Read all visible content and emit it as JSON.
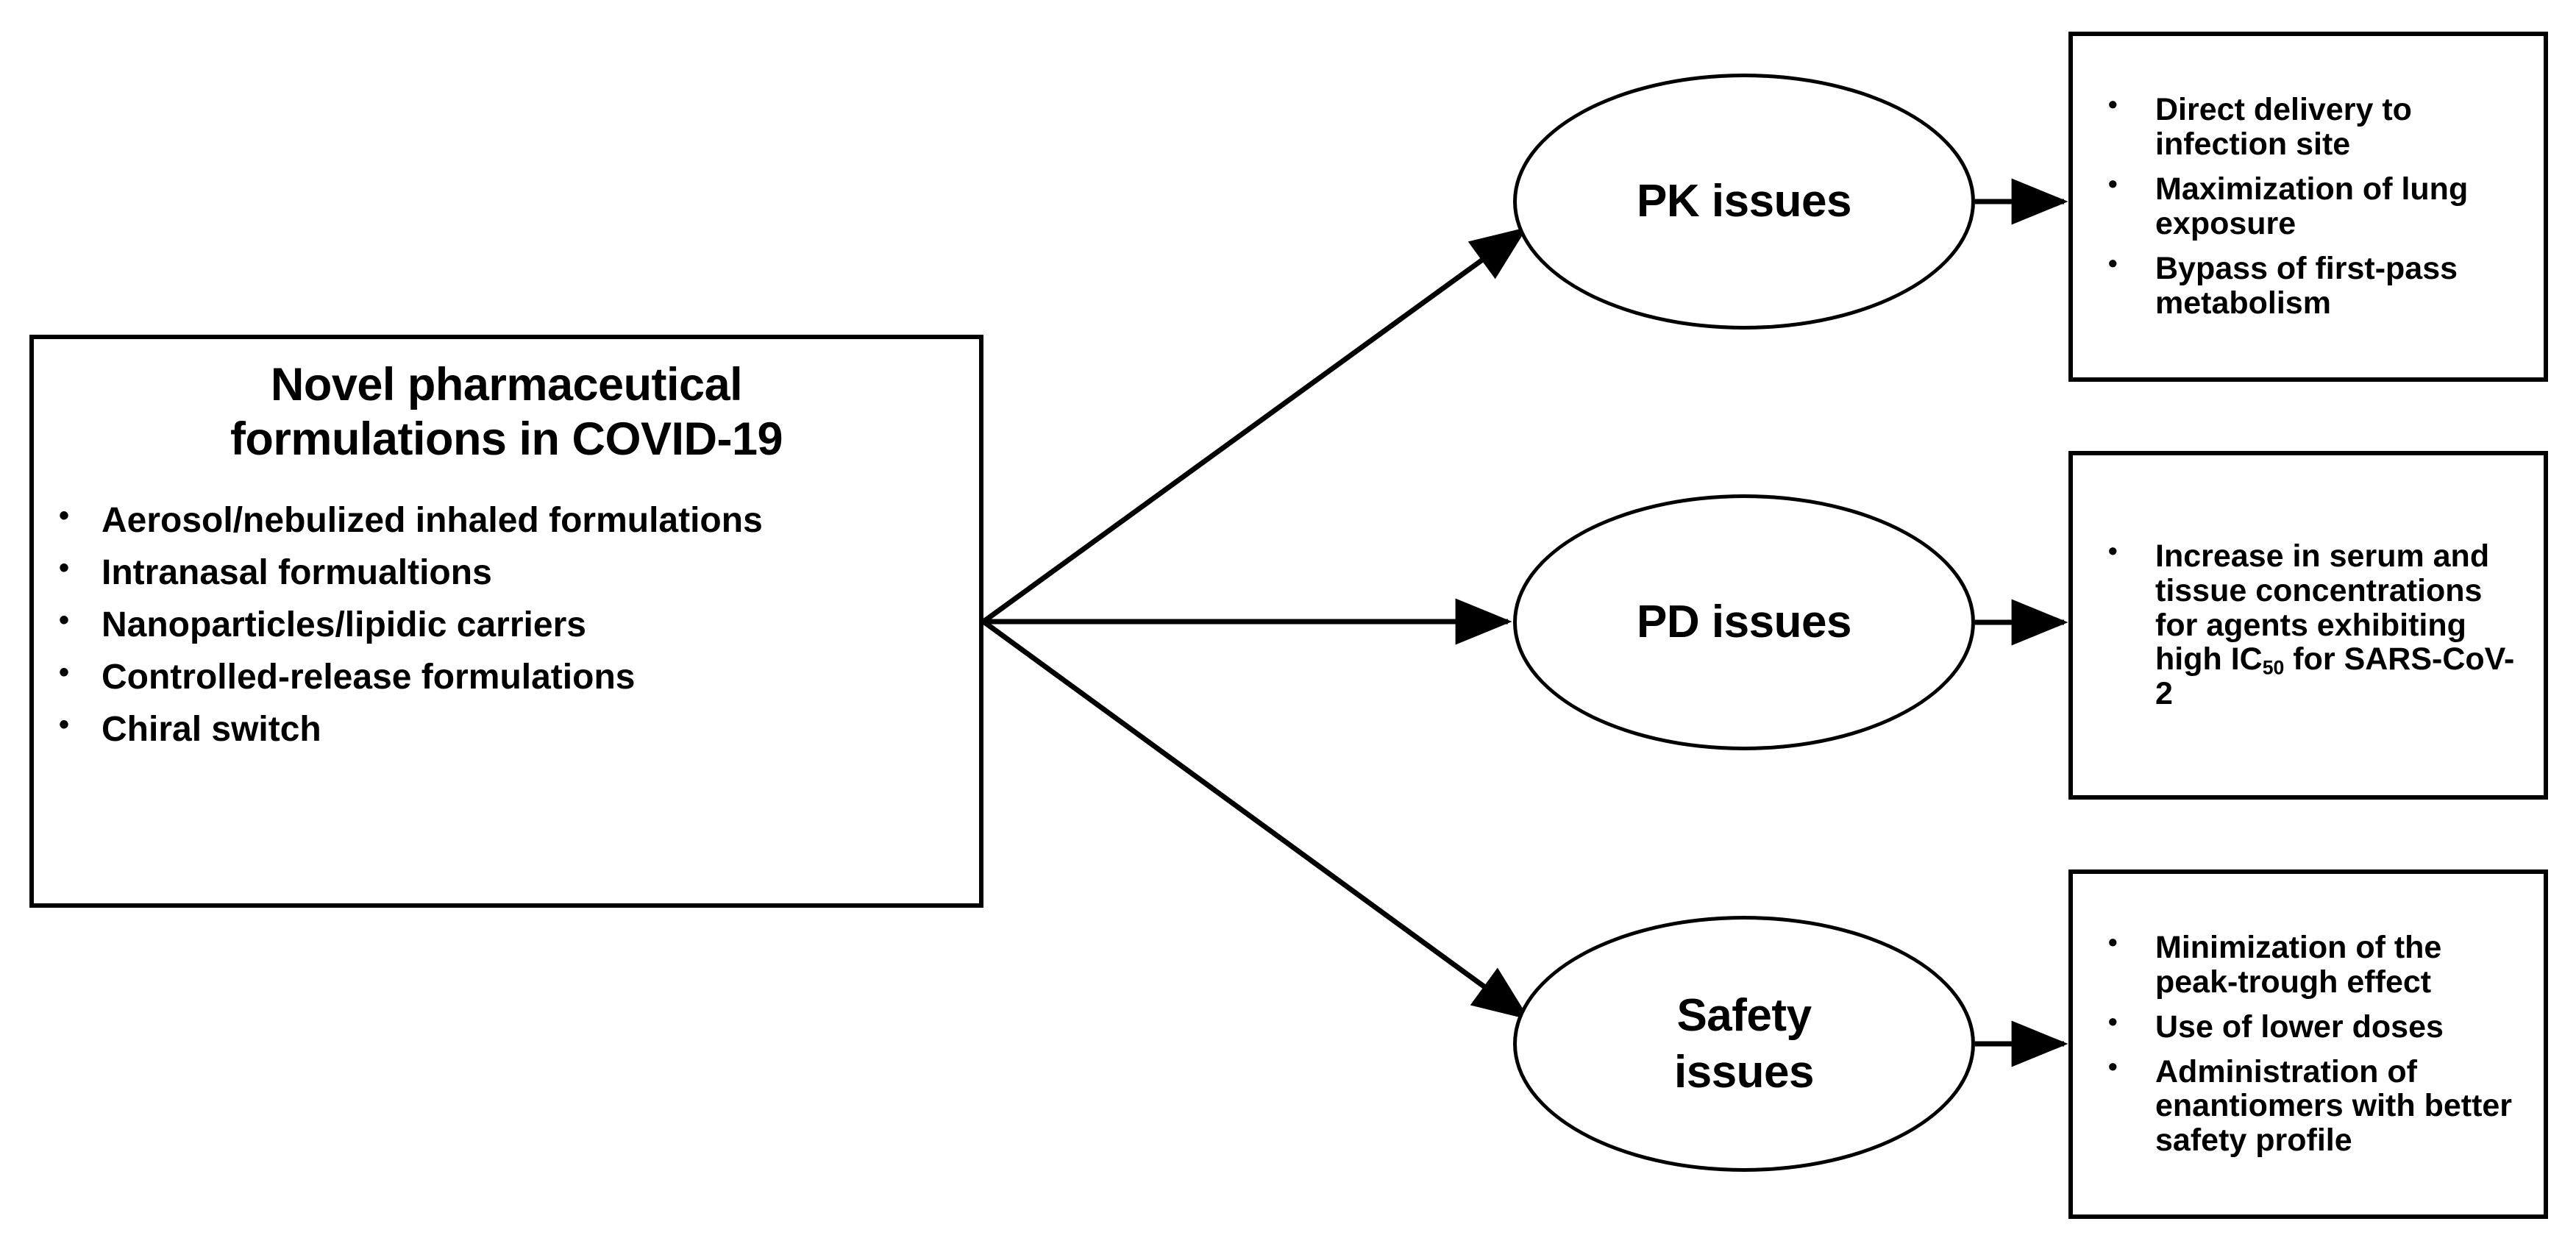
{
  "diagram": {
    "title": "Novel pharmaceutical formulations in COVID-19 flow diagram",
    "source": {
      "heading_line1": "Novel pharmaceutical",
      "heading_line2": "formulations in COVID-19",
      "bullets": [
        "Aerosol/nebulized inhaled formulations",
        "Intranasal formualtions",
        "Nanoparticles/lipidic carriers",
        "Controlled-release formulations",
        "Chiral switch"
      ]
    },
    "nodes": [
      {
        "id": "pk",
        "label_lines": [
          "PK issues"
        ],
        "outcomes": [
          {
            "text": "Direct delivery to infection site"
          },
          {
            "text": "Maximization of lung exposure"
          },
          {
            "text": "Bypass of first-pass metabolism"
          }
        ]
      },
      {
        "id": "pd",
        "label_lines": [
          "PD issues"
        ],
        "outcomes": [
          {
            "pre": "Increase in serum and tissue concentrations for agents exhibiting high IC",
            "sub": "50",
            "post": " for SARS-CoV-2"
          }
        ]
      },
      {
        "id": "safety",
        "label_lines": [
          "Safety",
          "issues"
        ],
        "outcomes": [
          {
            "text": "Minimization of the peak-trough effect"
          },
          {
            "text": "Use of lower doses"
          },
          {
            "text": "Administration of enantiomers with better safety profile"
          }
        ]
      }
    ],
    "colors": {
      "stroke": "#000000",
      "background": "#ffffff",
      "text": "#000000"
    }
  }
}
